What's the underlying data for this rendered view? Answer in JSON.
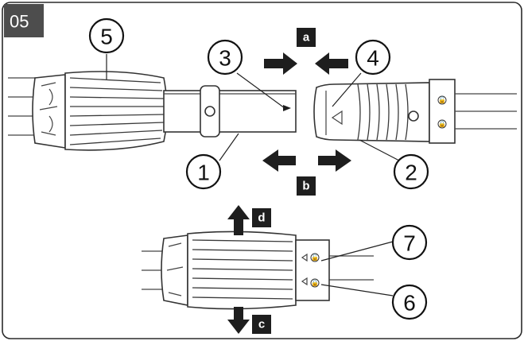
{
  "figure_number": "05",
  "callouts": [
    "1",
    "2",
    "3",
    "4",
    "5",
    "6",
    "7"
  ],
  "direction_letters": {
    "a": "a",
    "b": "b",
    "c": "c",
    "d": "d"
  },
  "colors": {
    "ink": "#1e1e1e",
    "badge": "#4d4d4d",
    "paper": "#ffffff"
  },
  "icons": {
    "alignment-mark": "triangle-icon",
    "lock-symbol": "padlock-closed-icon",
    "unlock-symbol": "padlock-open-icon"
  }
}
